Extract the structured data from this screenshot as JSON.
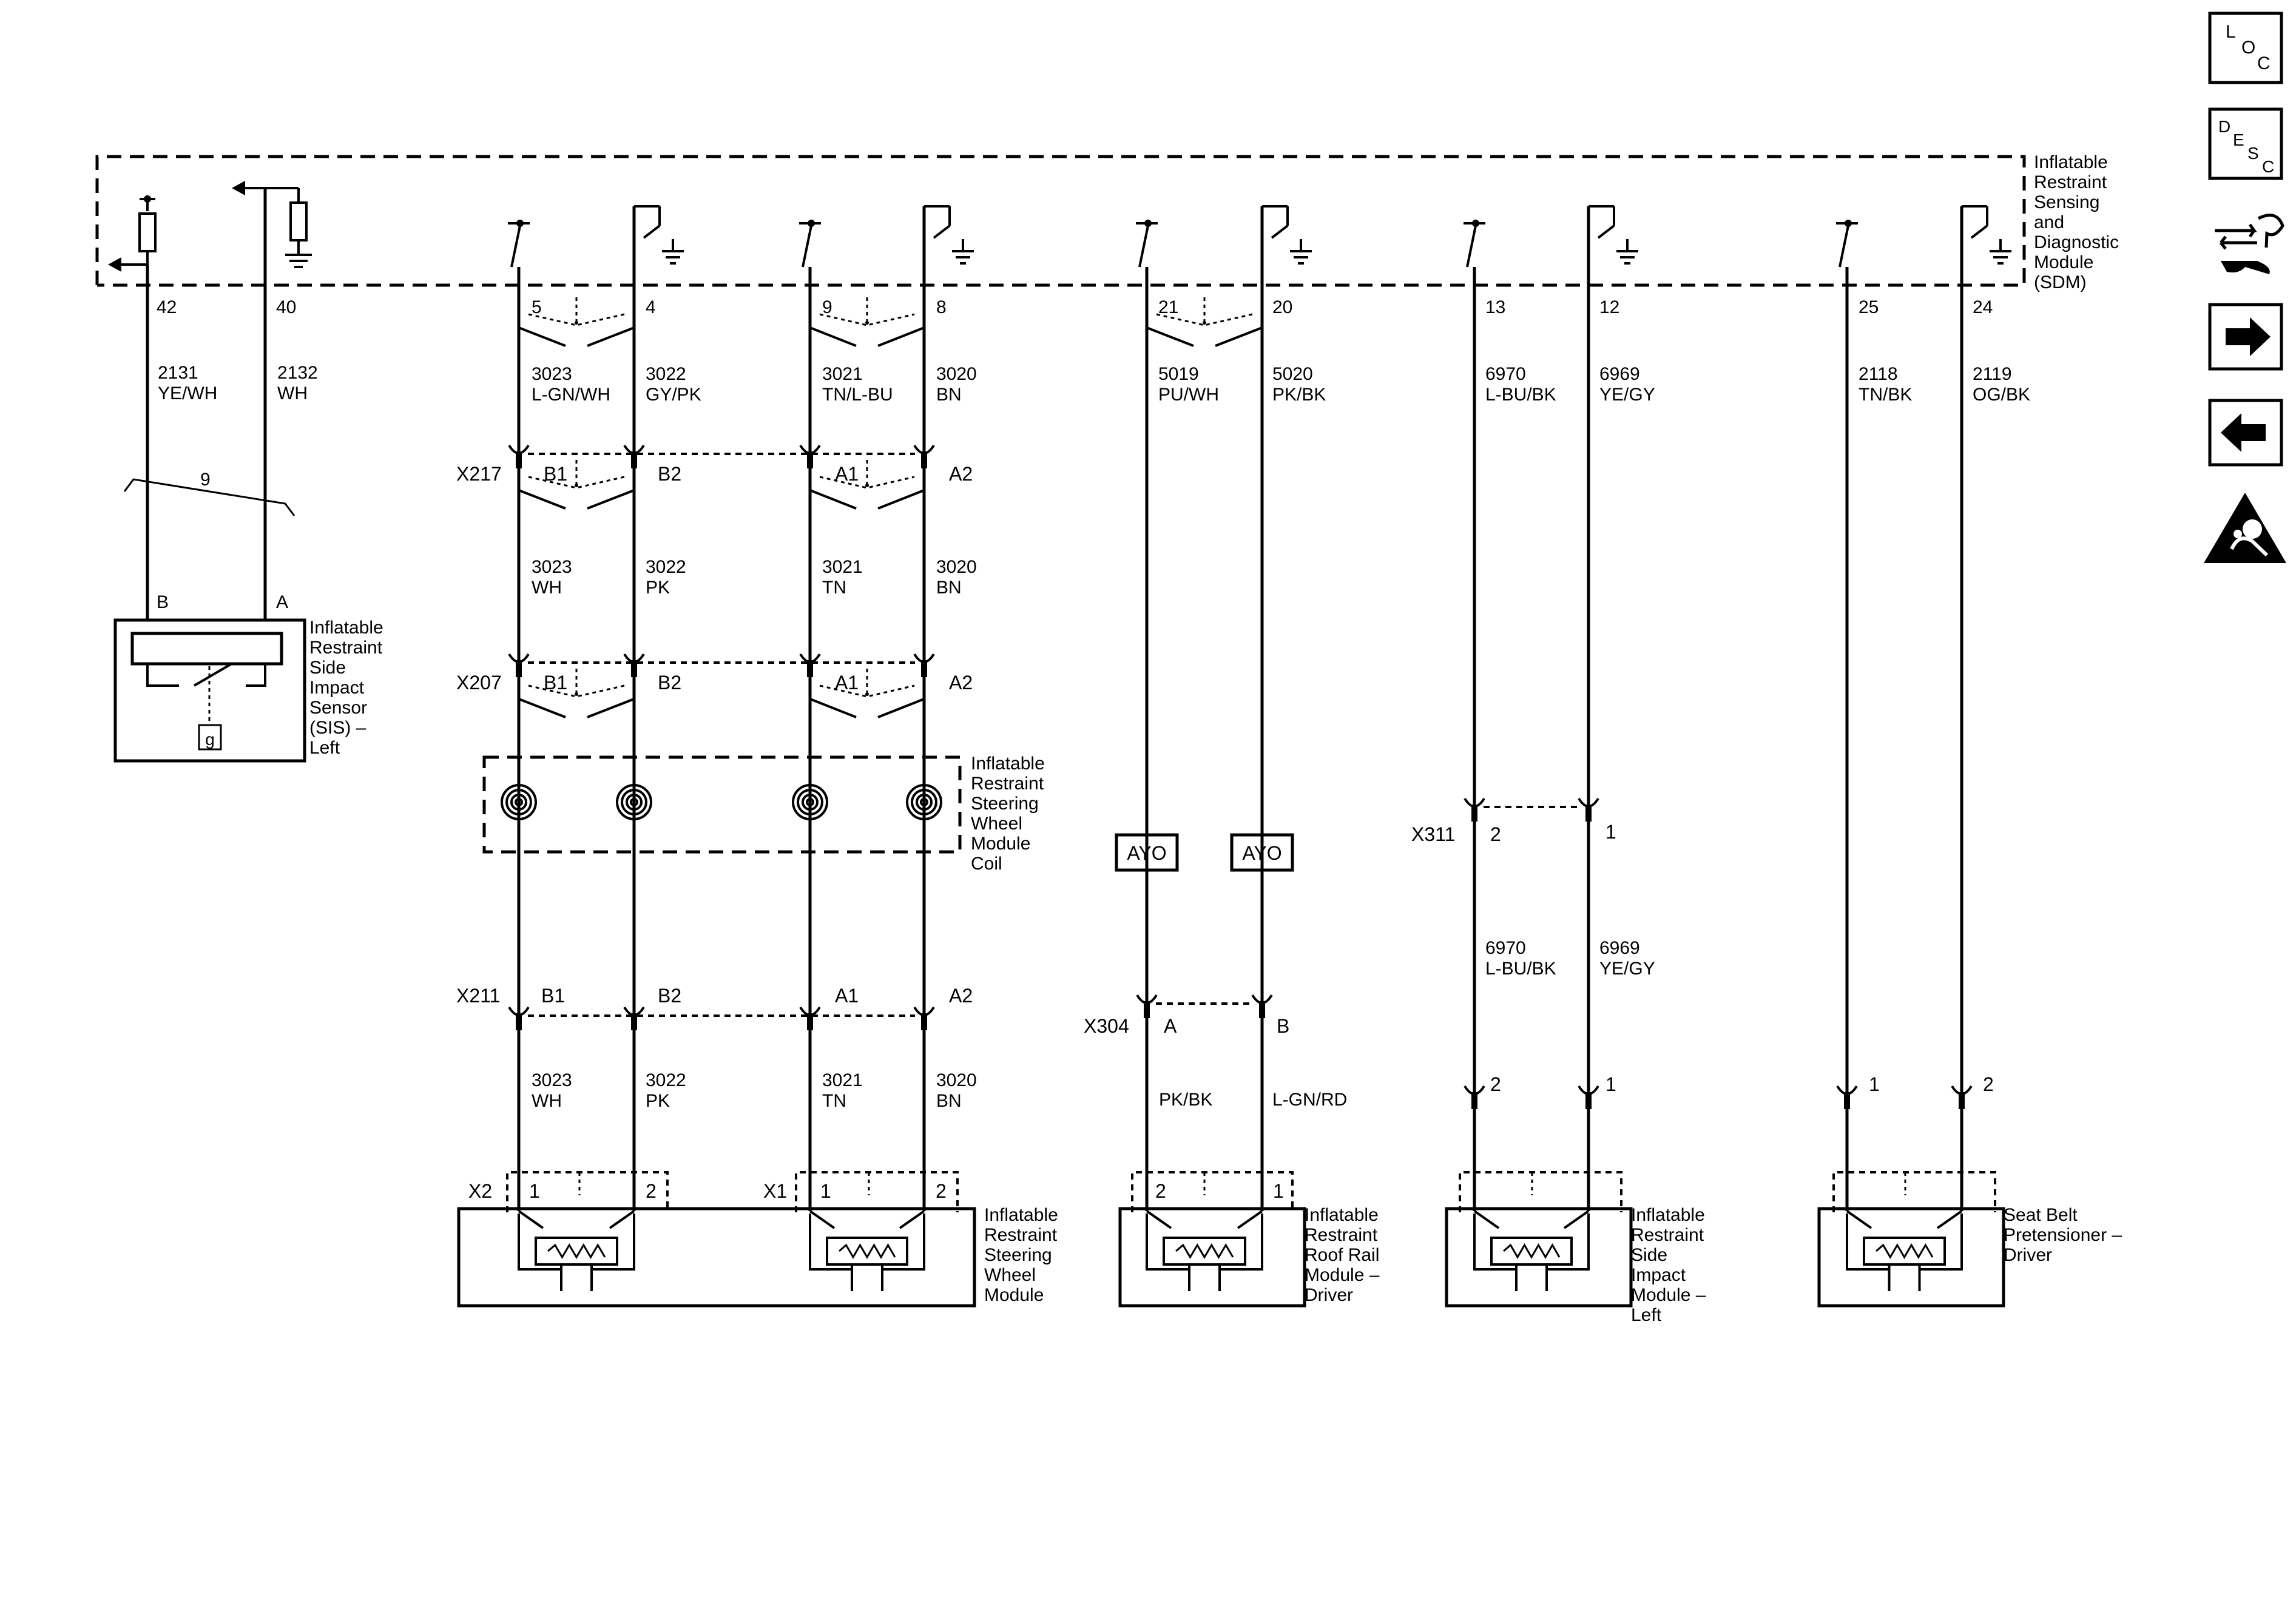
{
  "sdm": {
    "name": [
      "Inflatable",
      "Restraint",
      "Sensing",
      "and",
      "Diagnostic",
      "Module",
      "(SDM)"
    ],
    "pins": [
      "42",
      "40",
      "5",
      "4",
      "9",
      "8",
      "21",
      "20",
      "13",
      "12",
      "25",
      "24"
    ]
  },
  "sis": {
    "wires": [
      {
        "num": "2131",
        "color": "YE/WH"
      },
      {
        "num": "2132",
        "color": "WH"
      }
    ],
    "twist_count": "9",
    "pins": [
      "B",
      "A"
    ],
    "name": [
      "Inflatable",
      "Restraint",
      "Side",
      "Impact",
      "Sensor",
      "(SIS) –",
      "Left"
    ],
    "ground_ref": "g"
  },
  "steering": {
    "sdm_wires": [
      {
        "num": "3023",
        "color": "L-GN/WH"
      },
      {
        "num": "3022",
        "color": "GY/PK"
      },
      {
        "num": "3021",
        "color": "TN/L-BU"
      },
      {
        "num": "3020",
        "color": "BN"
      }
    ],
    "mid_wires": [
      {
        "num": "3023",
        "color": "WH"
      },
      {
        "num": "3022",
        "color": "PK"
      },
      {
        "num": "3021",
        "color": "TN"
      },
      {
        "num": "3020",
        "color": "BN"
      }
    ],
    "low_wires": [
      {
        "num": "3023",
        "color": "WH"
      },
      {
        "num": "3022",
        "color": "PK"
      },
      {
        "num": "3021",
        "color": "TN"
      },
      {
        "num": "3020",
        "color": "BN"
      }
    ],
    "x217": {
      "id": "X217",
      "pins": [
        "B1",
        "B2",
        "A1",
        "A2"
      ]
    },
    "x207": {
      "id": "X207",
      "pins": [
        "B1",
        "B2",
        "A1",
        "A2"
      ]
    },
    "x211": {
      "id": "X211",
      "pins": [
        "B1",
        "B2",
        "A1",
        "A2"
      ]
    },
    "coil_name": [
      "Inflatable",
      "Restraint",
      "Steering",
      "Wheel",
      "Module",
      "Coil"
    ],
    "x2": {
      "id": "X2",
      "pins": [
        "1",
        "2"
      ]
    },
    "x1": {
      "id": "X1",
      "pins": [
        "1",
        "2"
      ]
    },
    "module_name": [
      "Inflatable",
      "Restraint",
      "Steering",
      "Wheel",
      "Module"
    ]
  },
  "roof": {
    "sdm_wires": [
      {
        "num": "5019",
        "color": "PU/WH"
      },
      {
        "num": "5020",
        "color": "PK/BK"
      }
    ],
    "ayo": [
      "AYO",
      "AYO"
    ],
    "x304": {
      "id": "X304",
      "pins": [
        "A",
        "B"
      ]
    },
    "low_wires": [
      "PK/BK",
      "L-GN/RD"
    ],
    "module_pins": [
      "2",
      "1"
    ],
    "module_name": [
      "Inflatable",
      "Restraint",
      "Roof Rail",
      "Module –",
      "Driver"
    ]
  },
  "side": {
    "sdm_wires": [
      {
        "num": "6970",
        "color": "L-BU/BK"
      },
      {
        "num": "6969",
        "color": "YE/GY"
      }
    ],
    "x311": {
      "id": "X311",
      "pins": [
        "2",
        "1"
      ]
    },
    "low_wires": [
      {
        "num": "6970",
        "color": "L-BU/BK"
      },
      {
        "num": "6969",
        "color": "YE/GY"
      }
    ],
    "conn_pins": [
      "2",
      "1"
    ],
    "module_name": [
      "Inflatable",
      "Restraint",
      "Side",
      "Impact",
      "Module –",
      "Left"
    ]
  },
  "belt": {
    "sdm_wires": [
      {
        "num": "2118",
        "color": "TN/BK"
      },
      {
        "num": "2119",
        "color": "OG/BK"
      }
    ],
    "conn_pins": [
      "1",
      "2"
    ],
    "module_name": [
      "Seat Belt",
      "Pretensioner –",
      "Driver"
    ]
  },
  "sidebar": {
    "loc": [
      "L",
      "O",
      "C"
    ],
    "desc": [
      "D",
      "E",
      "S",
      "C"
    ]
  }
}
